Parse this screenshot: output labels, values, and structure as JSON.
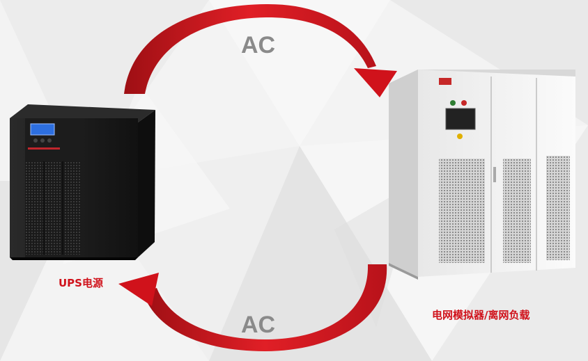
{
  "diagram": {
    "top_arrow_label": "AC",
    "bottom_arrow_label": "AC",
    "left_device_label": "UPS电源",
    "right_device_label": "电网模拟器/离网负载",
    "accent_color": "#d0121b",
    "label_color": "#8a8a8a"
  }
}
